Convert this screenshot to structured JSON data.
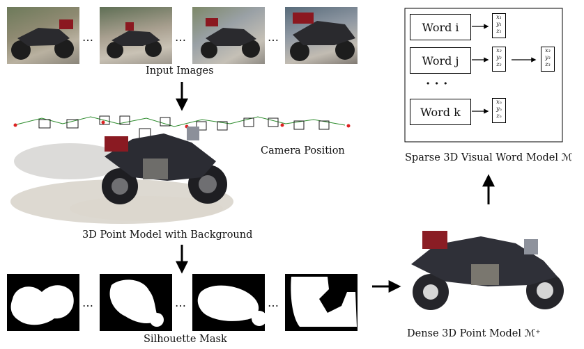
{
  "labels": {
    "input_images": "Input Images",
    "camera_position": "Camera Position",
    "point_model_background": "3D Point Model with Background",
    "silhouette_mask": "Silhouette Mask",
    "dense_model": "Dense 3D Point Model ℳ⁺",
    "sparse_model": "Sparse 3D Visual Word Model ℳ"
  },
  "ellipsis": "…",
  "vertical_ellipsis": "· · ·",
  "words": [
    {
      "label": "Word i",
      "vectors": [
        [
          "x₁",
          "y₁",
          "z₁"
        ]
      ]
    },
    {
      "label": "Word j",
      "vectors": [
        [
          "x₂",
          "y₂",
          "z₂"
        ],
        [
          "x₃",
          "y₃",
          "z₃"
        ]
      ]
    },
    {
      "label": "Word k",
      "vectors": [
        [
          "xₙ",
          "yₙ",
          "zₙ"
        ]
      ]
    }
  ]
}
